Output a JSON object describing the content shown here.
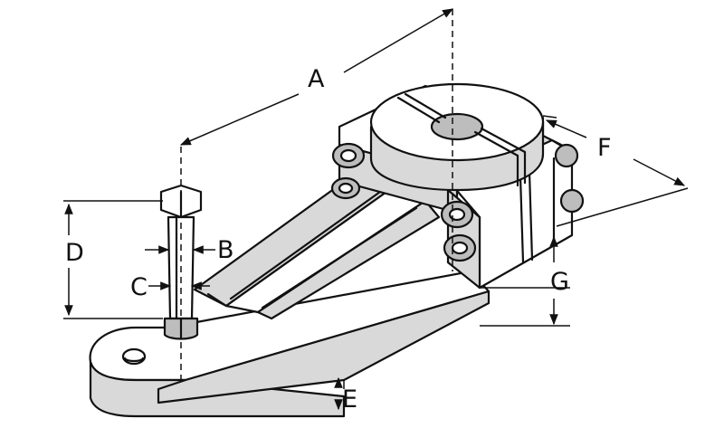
{
  "labels": {
    "A": "A",
    "B": "B",
    "C": "C",
    "D": "D",
    "E": "E",
    "F": "F",
    "G": "G"
  },
  "colors": {
    "ink": "#111111",
    "shade": "#d9d9d9",
    "dark_shade": "#bdbdbd"
  }
}
